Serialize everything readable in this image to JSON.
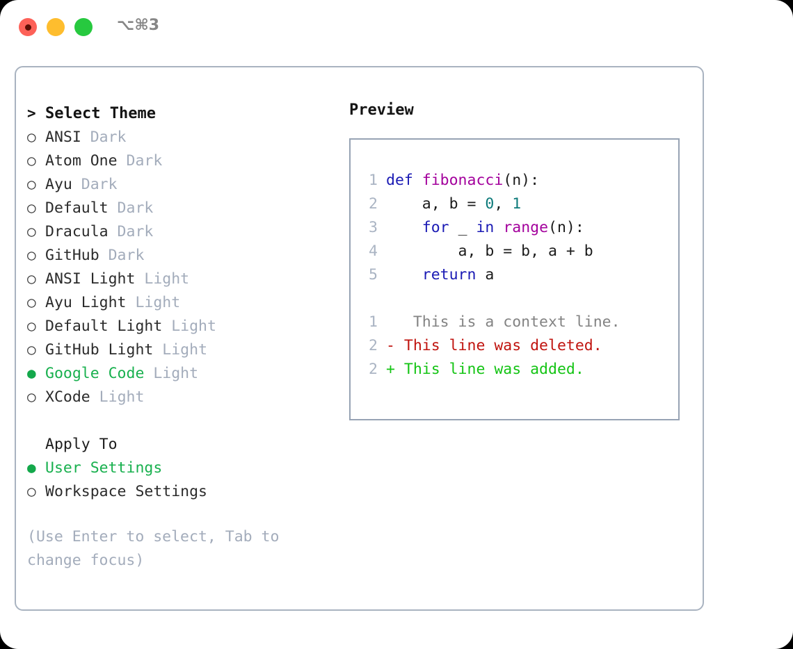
{
  "window": {
    "title": "⌥⌘3",
    "traffic_lights": [
      {
        "name": "close",
        "color": "#fd6158"
      },
      {
        "name": "minimize",
        "color": "#febd2e"
      },
      {
        "name": "maximize",
        "color": "#27c93f"
      }
    ]
  },
  "theme_picker": {
    "heading_prefix": ">",
    "heading": "Select Theme",
    "bullet_empty": "○",
    "bullet_filled": "●",
    "items": [
      {
        "name": "ANSI",
        "variant": "Dark",
        "selected": false
      },
      {
        "name": "Atom One",
        "variant": "Dark",
        "selected": false
      },
      {
        "name": "Ayu",
        "variant": "Dark",
        "selected": false
      },
      {
        "name": "Default",
        "variant": "Dark",
        "selected": false
      },
      {
        "name": "Dracula",
        "variant": "Dark",
        "selected": false
      },
      {
        "name": "GitHub",
        "variant": "Dark",
        "selected": false
      },
      {
        "name": "ANSI Light",
        "variant": "Light",
        "selected": false
      },
      {
        "name": "Ayu Light",
        "variant": "Light",
        "selected": false
      },
      {
        "name": "Default Light",
        "variant": "Light",
        "selected": false
      },
      {
        "name": "GitHub Light",
        "variant": "Light",
        "selected": false
      },
      {
        "name": "Google Code",
        "variant": "Light",
        "selected": true
      },
      {
        "name": "XCode",
        "variant": "Light",
        "selected": false
      }
    ]
  },
  "apply_to": {
    "label": "Apply To",
    "options": [
      {
        "name": "User Settings",
        "selected": true
      },
      {
        "name": "Workspace Settings",
        "selected": false
      }
    ]
  },
  "hint": "(Use Enter to select, Tab to change focus)",
  "preview": {
    "title": "Preview",
    "code_lines": [
      {
        "num": "1",
        "tokens": [
          {
            "t": "def ",
            "c": "kw"
          },
          {
            "t": "fibonacci",
            "c": "fn"
          },
          {
            "t": "(n):",
            "c": "plain"
          }
        ]
      },
      {
        "num": "2",
        "tokens": [
          {
            "t": "    a, b = ",
            "c": "plain"
          },
          {
            "t": "0",
            "c": "num"
          },
          {
            "t": ", ",
            "c": "plain"
          },
          {
            "t": "1",
            "c": "num"
          }
        ]
      },
      {
        "num": "3",
        "tokens": [
          {
            "t": "    ",
            "c": "plain"
          },
          {
            "t": "for",
            "c": "kw"
          },
          {
            "t": " _ ",
            "c": "plain"
          },
          {
            "t": "in",
            "c": "kw"
          },
          {
            "t": " ",
            "c": "plain"
          },
          {
            "t": "range",
            "c": "fn"
          },
          {
            "t": "(n):",
            "c": "plain"
          }
        ]
      },
      {
        "num": "4",
        "tokens": [
          {
            "t": "        a, b = b, a + b",
            "c": "plain"
          }
        ]
      },
      {
        "num": "5",
        "tokens": [
          {
            "t": "    ",
            "c": "plain"
          },
          {
            "t": "return",
            "c": "kw"
          },
          {
            "t": " a",
            "c": "plain"
          }
        ]
      }
    ],
    "diff_lines": [
      {
        "num": "1",
        "marker": " ",
        "text": "  This is a context line.",
        "kind": "d-ctx"
      },
      {
        "num": "2",
        "marker": "-",
        "text": " This line was deleted.",
        "kind": "d-del"
      },
      {
        "num": "2",
        "marker": "+",
        "text": " This line was added.",
        "kind": "d-add"
      }
    ]
  },
  "colors": {
    "accent_green": "#18b04e",
    "muted": "#a3acbb",
    "border": "#a9b3c0",
    "keyword": "#1a1ab4",
    "function": "#a3009c",
    "number": "#0d7a7a",
    "diff_added": "#14c414",
    "diff_deleted": "#c0140f"
  }
}
